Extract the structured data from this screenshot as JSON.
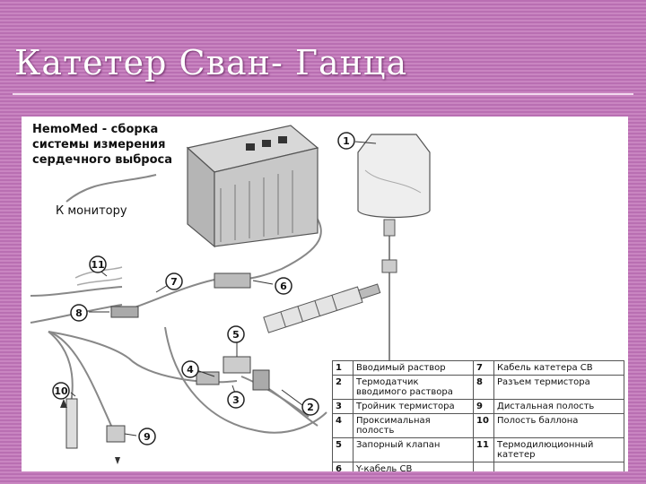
{
  "slide": {
    "title": "Катетер Сван- Ганца"
  },
  "figure": {
    "caption": "HemoMed - сборка системы измерения сердечного выброса",
    "monitor_label": "К монитору",
    "markers": [
      "1",
      "2",
      "3",
      "4",
      "5",
      "6",
      "7",
      "8",
      "9",
      "10",
      "11"
    ]
  },
  "legend": [
    {
      "left_num": "1",
      "left_text": "Вводимый раствор",
      "right_num": "7",
      "right_text": "Кабель катетера СВ"
    },
    {
      "left_num": "2",
      "left_text": "Термодатчик вводимого раствора",
      "right_num": "8",
      "right_text": "Разъем термистора"
    },
    {
      "left_num": "3",
      "left_text": "Тройник термистора",
      "right_num": "9",
      "right_text": "Дистальная полость"
    },
    {
      "left_num": "4",
      "left_text": "Проксимальная полость",
      "right_num": "10",
      "right_text": "Полость баллона"
    },
    {
      "left_num": "5",
      "left_text": "Запорный клапан",
      "right_num": "11",
      "right_text": "Термодилюционный катетер"
    },
    {
      "left_num": "6",
      "left_text": "Y-кабель СВ",
      "right_num": "",
      "right_text": ""
    }
  ]
}
